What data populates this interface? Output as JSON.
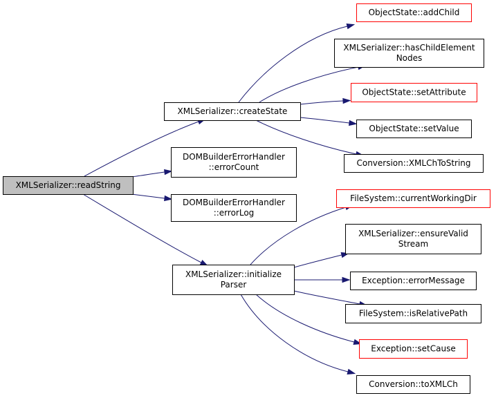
{
  "colors": {
    "edge": "#191970",
    "border_default": "#000000",
    "border_truncated": "#ff0000",
    "root_fill": "#bfbfbf",
    "node_fill": "#ffffff"
  },
  "nodes": {
    "read_string": {
      "lines": [
        "XMLSerializer::readString"
      ],
      "style": "root"
    },
    "create_state": {
      "lines": [
        "XMLSerializer::createState"
      ],
      "style": "normal"
    },
    "error_count": {
      "lines": [
        "DOMBuilderErrorHandler",
        "::errorCount"
      ],
      "style": "normal"
    },
    "error_log": {
      "lines": [
        "DOMBuilderErrorHandler",
        "::errorLog"
      ],
      "style": "normal"
    },
    "initialize_parser": {
      "lines": [
        "XMLSerializer::initialize",
        "Parser"
      ],
      "style": "normal"
    },
    "add_child": {
      "lines": [
        "ObjectState::addChild"
      ],
      "style": "truncated"
    },
    "has_child_element_nodes": {
      "lines": [
        "XMLSerializer::hasChildElement",
        "Nodes"
      ],
      "style": "normal"
    },
    "set_attribute": {
      "lines": [
        "ObjectState::setAttribute"
      ],
      "style": "truncated"
    },
    "set_value": {
      "lines": [
        "ObjectState::setValue"
      ],
      "style": "normal"
    },
    "xml_ch_to_string": {
      "lines": [
        "Conversion::XMLChToString"
      ],
      "style": "normal"
    },
    "current_working_dir": {
      "lines": [
        "FileSystem::currentWorkingDir"
      ],
      "style": "truncated"
    },
    "ensure_valid_stream": {
      "lines": [
        "XMLSerializer::ensureValid",
        "Stream"
      ],
      "style": "normal"
    },
    "error_message": {
      "lines": [
        "Exception::errorMessage"
      ],
      "style": "normal"
    },
    "is_relative_path": {
      "lines": [
        "FileSystem::isRelativePath"
      ],
      "style": "normal"
    },
    "set_cause": {
      "lines": [
        "Exception::setCause"
      ],
      "style": "truncated"
    },
    "to_xml_ch": {
      "lines": [
        "Conversion::toXMLCh"
      ],
      "style": "normal"
    }
  },
  "edges": [
    {
      "from": "read_string",
      "to": "create_state"
    },
    {
      "from": "read_string",
      "to": "error_count"
    },
    {
      "from": "read_string",
      "to": "error_log"
    },
    {
      "from": "read_string",
      "to": "initialize_parser"
    },
    {
      "from": "create_state",
      "to": "add_child"
    },
    {
      "from": "create_state",
      "to": "has_child_element_nodes"
    },
    {
      "from": "create_state",
      "to": "set_attribute"
    },
    {
      "from": "create_state",
      "to": "set_value"
    },
    {
      "from": "create_state",
      "to": "xml_ch_to_string"
    },
    {
      "from": "initialize_parser",
      "to": "current_working_dir"
    },
    {
      "from": "initialize_parser",
      "to": "ensure_valid_stream"
    },
    {
      "from": "initialize_parser",
      "to": "error_message"
    },
    {
      "from": "initialize_parser",
      "to": "is_relative_path"
    },
    {
      "from": "initialize_parser",
      "to": "set_cause"
    },
    {
      "from": "initialize_parser",
      "to": "to_xml_ch"
    }
  ]
}
